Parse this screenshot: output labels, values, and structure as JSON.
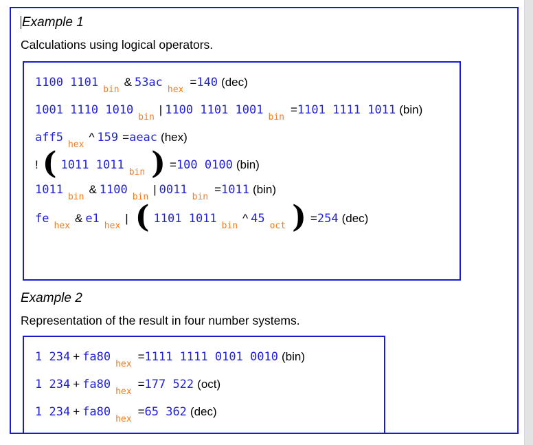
{
  "colors": {
    "value_blue": "#2222dd",
    "radix_orange": "#f57a20",
    "border_blue": "#1a1ad0",
    "operator_black": "#000000",
    "page_background": "#ffffff",
    "gutter_gray": "#e3e3e3"
  },
  "example1": {
    "heading": "Example 1",
    "subheading": "Calculations using logical operators.",
    "rows": [
      {
        "id": "row-and-bin-hex",
        "parts": [
          {
            "type": "num",
            "text": "1100 1101"
          },
          {
            "type": "sub",
            "text": "bin"
          },
          {
            "type": "op",
            "text": "&"
          },
          {
            "type": "num",
            "text": "53ac"
          },
          {
            "type": "sub",
            "text": "hex"
          },
          {
            "type": "eq",
            "text": "="
          },
          {
            "type": "num",
            "text": "140"
          },
          {
            "type": "unit",
            "text": "(dec)"
          }
        ]
      },
      {
        "id": "row-or-bin-bin",
        "parts": [
          {
            "type": "num",
            "text": "1001 1110 1010"
          },
          {
            "type": "sub",
            "text": "bin"
          },
          {
            "type": "op",
            "text": "|"
          },
          {
            "type": "num",
            "text": "1100 1101 1001"
          },
          {
            "type": "sub",
            "text": "bin"
          },
          {
            "type": "eq",
            "text": "="
          },
          {
            "type": "num",
            "text": "1101 1111 1011"
          },
          {
            "type": "unit",
            "text": "(bin)"
          }
        ]
      },
      {
        "id": "row-xor-hex",
        "parts": [
          {
            "type": "num",
            "text": "aff5"
          },
          {
            "type": "sub",
            "text": "hex"
          },
          {
            "type": "op",
            "text": "^"
          },
          {
            "type": "num",
            "text": "159"
          },
          {
            "type": "eq",
            "text": "="
          },
          {
            "type": "num",
            "text": "aeac"
          },
          {
            "type": "unit",
            "text": "(hex)"
          }
        ]
      },
      {
        "id": "row-not-bin",
        "parts": [
          {
            "type": "bang",
            "text": "!"
          },
          {
            "type": "paren-open",
            "text": "("
          },
          {
            "type": "num",
            "text": "1011 1011"
          },
          {
            "type": "sub",
            "text": "bin"
          },
          {
            "type": "paren-close",
            "text": ")"
          },
          {
            "type": "eq",
            "text": "="
          },
          {
            "type": "num",
            "text": "100 0100"
          },
          {
            "type": "unit",
            "text": "(bin)"
          }
        ]
      },
      {
        "id": "row-and-or-bin",
        "parts": [
          {
            "type": "num",
            "text": "1011"
          },
          {
            "type": "sub",
            "text": "bin"
          },
          {
            "type": "op",
            "text": "&"
          },
          {
            "type": "num",
            "text": "1100"
          },
          {
            "type": "sub",
            "text": "bin"
          },
          {
            "type": "op",
            "text": "|"
          },
          {
            "type": "num",
            "text": "0011"
          },
          {
            "type": "sub",
            "text": "bin"
          },
          {
            "type": "eq",
            "text": "="
          },
          {
            "type": "num",
            "text": "1011"
          },
          {
            "type": "unit",
            "text": "(bin)"
          }
        ]
      },
      {
        "id": "row-mixed-nested",
        "parts": [
          {
            "type": "num",
            "text": "fe"
          },
          {
            "type": "sub",
            "text": "hex"
          },
          {
            "type": "op",
            "text": "&"
          },
          {
            "type": "num",
            "text": "e1"
          },
          {
            "type": "sub",
            "text": "hex"
          },
          {
            "type": "op",
            "text": "|"
          },
          {
            "type": "paren-open",
            "text": "("
          },
          {
            "type": "num",
            "text": "1101 1011"
          },
          {
            "type": "sub",
            "text": "bin"
          },
          {
            "type": "op",
            "text": "^"
          },
          {
            "type": "num",
            "text": "45"
          },
          {
            "type": "sub",
            "text": "oct"
          },
          {
            "type": "paren-close",
            "text": ")"
          },
          {
            "type": "eq",
            "text": "="
          },
          {
            "type": "num",
            "text": "254"
          },
          {
            "type": "unit",
            "text": "(dec)"
          }
        ]
      }
    ]
  },
  "example2": {
    "heading": "Example 2",
    "subheading": "Representation of the result in four number systems.",
    "rows": [
      {
        "id": "row-sum-bin",
        "parts": [
          {
            "type": "num",
            "text": "1 234"
          },
          {
            "type": "op",
            "text": "+"
          },
          {
            "type": "num",
            "text": "fa80"
          },
          {
            "type": "sub",
            "text": "hex"
          },
          {
            "type": "eq",
            "text": "="
          },
          {
            "type": "num",
            "text": "1111 1111 0101 0010"
          },
          {
            "type": "unit",
            "text": "(bin)"
          }
        ]
      },
      {
        "id": "row-sum-oct",
        "parts": [
          {
            "type": "num",
            "text": "1 234"
          },
          {
            "type": "op",
            "text": "+"
          },
          {
            "type": "num",
            "text": "fa80"
          },
          {
            "type": "sub",
            "text": "hex"
          },
          {
            "type": "eq",
            "text": "="
          },
          {
            "type": "num",
            "text": "177 522"
          },
          {
            "type": "unit",
            "text": "(oct)"
          }
        ]
      },
      {
        "id": "row-sum-dec",
        "parts": [
          {
            "type": "num",
            "text": "1 234"
          },
          {
            "type": "op",
            "text": "+"
          },
          {
            "type": "num",
            "text": "fa80"
          },
          {
            "type": "sub",
            "text": "hex"
          },
          {
            "type": "eq",
            "text": "="
          },
          {
            "type": "num",
            "text": "65 362"
          },
          {
            "type": "unit",
            "text": "(dec)"
          }
        ]
      }
    ]
  }
}
